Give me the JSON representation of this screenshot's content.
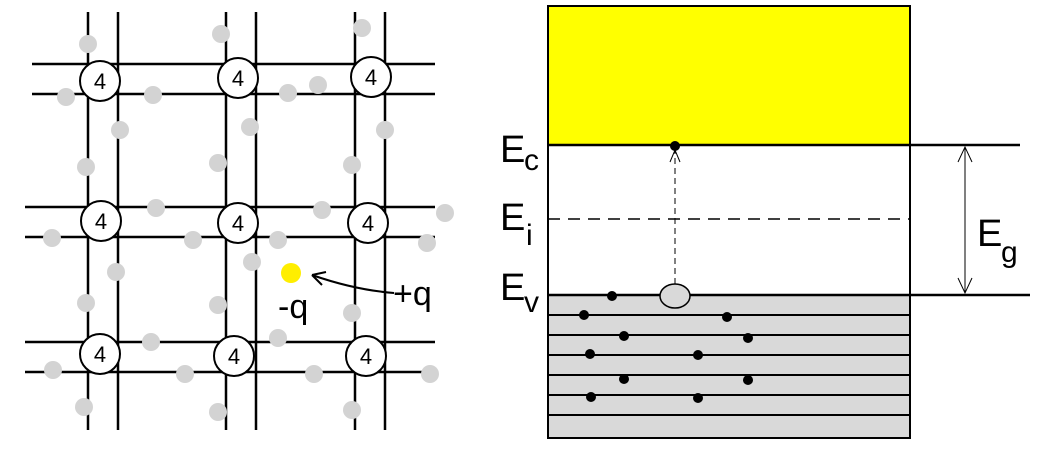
{
  "lattice": {
    "atom_label": "4",
    "electron_label": "-q",
    "hole_label": "+q",
    "colors": {
      "bond": "#000000",
      "valence_electron": "#d3d3d3",
      "free_electron": "#ffee00",
      "atom_fill": "#ffffff"
    }
  },
  "band_diagram": {
    "labels": {
      "conduction_edge": {
        "main": "E",
        "sub": "c"
      },
      "intrinsic_level": {
        "main": "E",
        "sub": "i"
      },
      "valence_edge": {
        "main": "E",
        "sub": "v"
      },
      "band_gap": {
        "main": "E",
        "sub": "g"
      }
    },
    "colors": {
      "conduction_band": "#ffff00",
      "valence_band": "#d9d9d9",
      "line": "#000000"
    }
  }
}
